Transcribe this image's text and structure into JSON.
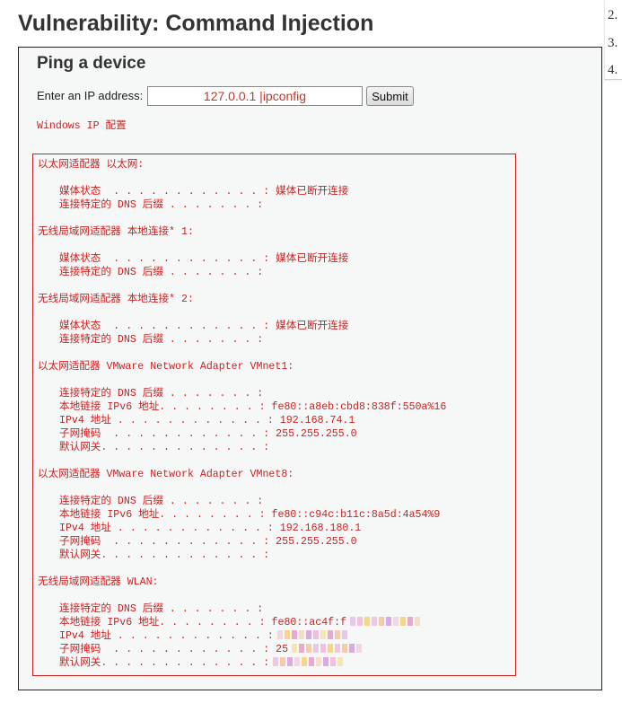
{
  "page": {
    "title": "Vulnerability: Command Injection"
  },
  "side_list": {
    "items": [
      "2.",
      "3.",
      "4."
    ]
  },
  "panel": {
    "heading": "Ping a device",
    "form": {
      "label": "Enter an IP address:",
      "input_value": "127.0.0.1 |ipconfig",
      "submit_label": "Submit"
    },
    "output_heading": "Windows IP 配置",
    "output_lines": [
      {
        "text": "以太网适配器 以太网:",
        "indent": false
      },
      {
        "text": "",
        "indent": false
      },
      {
        "text": "媒体状态  . . . . . . . . . . . . : 媒体已断开连接",
        "indent": true
      },
      {
        "text": "连接特定的 DNS 后缀 . . . . . . . :",
        "indent": true
      },
      {
        "text": "",
        "indent": false
      },
      {
        "text": "无线局域网适配器 本地连接* 1:",
        "indent": false
      },
      {
        "text": "",
        "indent": false
      },
      {
        "text": "媒体状态  . . . . . . . . . . . . : 媒体已断开连接",
        "indent": true
      },
      {
        "text": "连接特定的 DNS 后缀 . . . . . . . :",
        "indent": true
      },
      {
        "text": "",
        "indent": false
      },
      {
        "text": "无线局域网适配器 本地连接* 2:",
        "indent": false
      },
      {
        "text": "",
        "indent": false
      },
      {
        "text": "媒体状态  . . . . . . . . . . . . : 媒体已断开连接",
        "indent": true
      },
      {
        "text": "连接特定的 DNS 后缀 . . . . . . . :",
        "indent": true
      },
      {
        "text": "",
        "indent": false
      },
      {
        "text": "以太网适配器 VMware Network Adapter VMnet1:",
        "indent": false
      },
      {
        "text": "",
        "indent": false
      },
      {
        "text": "连接特定的 DNS 后缀 . . . . . . . :",
        "indent": true
      },
      {
        "text": "本地链接 IPv6 地址. . . . . . . . : fe80::a8eb:cbd8:838f:550a%16",
        "indent": true
      },
      {
        "text": "IPv4 地址 . . . . . . . . . . . . : 192.168.74.1",
        "indent": true
      },
      {
        "text": "子网掩码  . . . . . . . . . . . . : 255.255.255.0",
        "indent": true
      },
      {
        "text": "默认网关. . . . . . . . . . . . . :",
        "indent": true
      },
      {
        "text": "",
        "indent": false
      },
      {
        "text": "以太网适配器 VMware Network Adapter VMnet8:",
        "indent": false
      },
      {
        "text": "",
        "indent": false
      },
      {
        "text": "连接特定的 DNS 后缀 . . . . . . . :",
        "indent": true
      },
      {
        "text": "本地链接 IPv6 地址. . . . . . . . : fe80::c94c:b11c:8a5d:4a54%9",
        "indent": true
      },
      {
        "text": "IPv4 地址 . . . . . . . . . . . . : 192.168.180.1",
        "indent": true
      },
      {
        "text": "子网掩码  . . . . . . . . . . . . : 255.255.255.0",
        "indent": true
      },
      {
        "text": "默认网关. . . . . . . . . . . . . :",
        "indent": true
      },
      {
        "text": "",
        "indent": false
      },
      {
        "text": "无线局域网适配器 WLAN:",
        "indent": false
      },
      {
        "text": "",
        "indent": false
      },
      {
        "text": "连接特定的 DNS 后缀 . . . . . . . :",
        "indent": true
      },
      {
        "text": "本地链接 IPv6 地址. . . . . . . . : fe80::ac4f:f",
        "indent": true,
        "redacted": true
      },
      {
        "text": "IPv4 地址 . . . . . . . . . . . . :",
        "indent": true,
        "redacted": true
      },
      {
        "text": "子网掩码  . . . . . . . . . . . . : 25",
        "indent": true,
        "redacted": true
      },
      {
        "text": "默认网关. . . . . . . . . . . . . :",
        "indent": true,
        "redacted": true
      }
    ]
  },
  "colors": {
    "output_text": "#cc2222",
    "output_border": "#cc2222",
    "panel_background": "#f6f8f8",
    "redaction": [
      "#f3b8d8",
      "#f7d27a",
      "#e8a0c8",
      "#f5c6a0",
      "#d9a0e0"
    ]
  }
}
